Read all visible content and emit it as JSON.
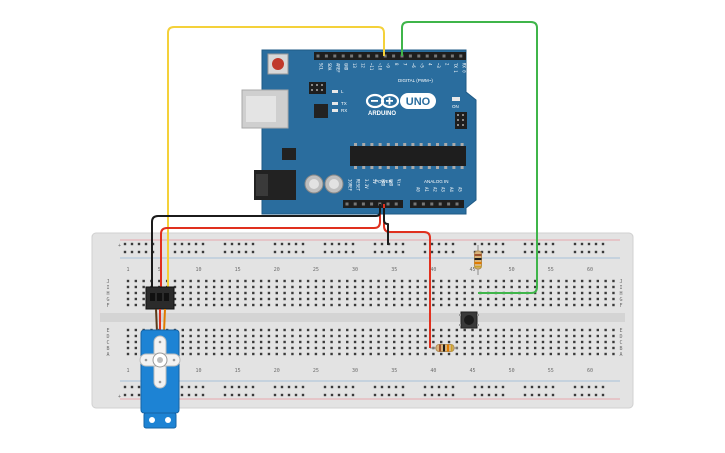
{
  "board": {
    "brand": "ARDUINO",
    "model": "UNO",
    "digital_label": "DIGITAL (PWM~)",
    "power_label": "POWER",
    "analog_label": "ANALOG IN",
    "on_label": "ON",
    "l_label": "L",
    "tx_label": "TX",
    "rx_label": "RX",
    "top_pins": [
      "SCL",
      "SDA",
      "AREF",
      "GND",
      "13",
      "12",
      "~11",
      "~10",
      "~9",
      "8",
      "7",
      "~6",
      "~5",
      "4",
      "~3",
      "2",
      "TX 1",
      "RX 0"
    ],
    "power_pins": [
      "IOREF",
      "RESET",
      "3.3V",
      "5V",
      "GND",
      "GND",
      "Vin"
    ],
    "analog_pins": [
      "A0",
      "A1",
      "A2",
      "A3",
      "A4",
      "A5"
    ]
  },
  "breadboard": {
    "column_numbers": [
      "1",
      "5",
      "10",
      "15",
      "20",
      "25",
      "30",
      "35",
      "40",
      "45",
      "50",
      "55",
      "60"
    ],
    "rows_top": [
      "J",
      "I",
      "H",
      "G",
      "F"
    ],
    "rows_bottom": [
      "E",
      "D",
      "C",
      "B",
      "A"
    ],
    "rail_plus": "+",
    "rail_minus": "−"
  },
  "wires": {
    "yellow": "#f4d13a",
    "green": "#3fb54a",
    "red": "#e0301e",
    "black": "#1b1b1b"
  },
  "colors": {
    "board": "#2a6d9e",
    "breadboard": "#e6e6e6",
    "servo": "#1d83d4"
  }
}
